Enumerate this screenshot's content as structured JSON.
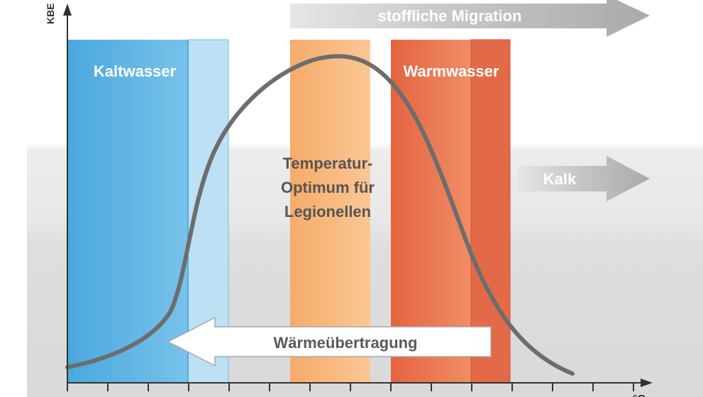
{
  "axes": {
    "y_label_fragment": "KBE",
    "x_label_fragment": "°C"
  },
  "zones": {
    "cold_water": {
      "label": "Kaltwasser",
      "color": "#5ab4e4"
    },
    "legionella_optimum": {
      "lines": [
        "Temperatur-",
        "Optimum für",
        "Legionellen"
      ],
      "color": "#f8b77c"
    },
    "warm_water": {
      "label": "Warmwasser",
      "color": "#e8714e"
    }
  },
  "arrows": {
    "material_migration": {
      "label": "stoffliche Migration",
      "color": "#bdbdbd"
    },
    "limescale": {
      "label": "Kalk",
      "color": "#bdbdbd"
    },
    "heat_transfer": {
      "label": "Wärmeübertragung",
      "color": "#ffffff"
    }
  },
  "curve": {
    "color": "#6d6d6d"
  }
}
